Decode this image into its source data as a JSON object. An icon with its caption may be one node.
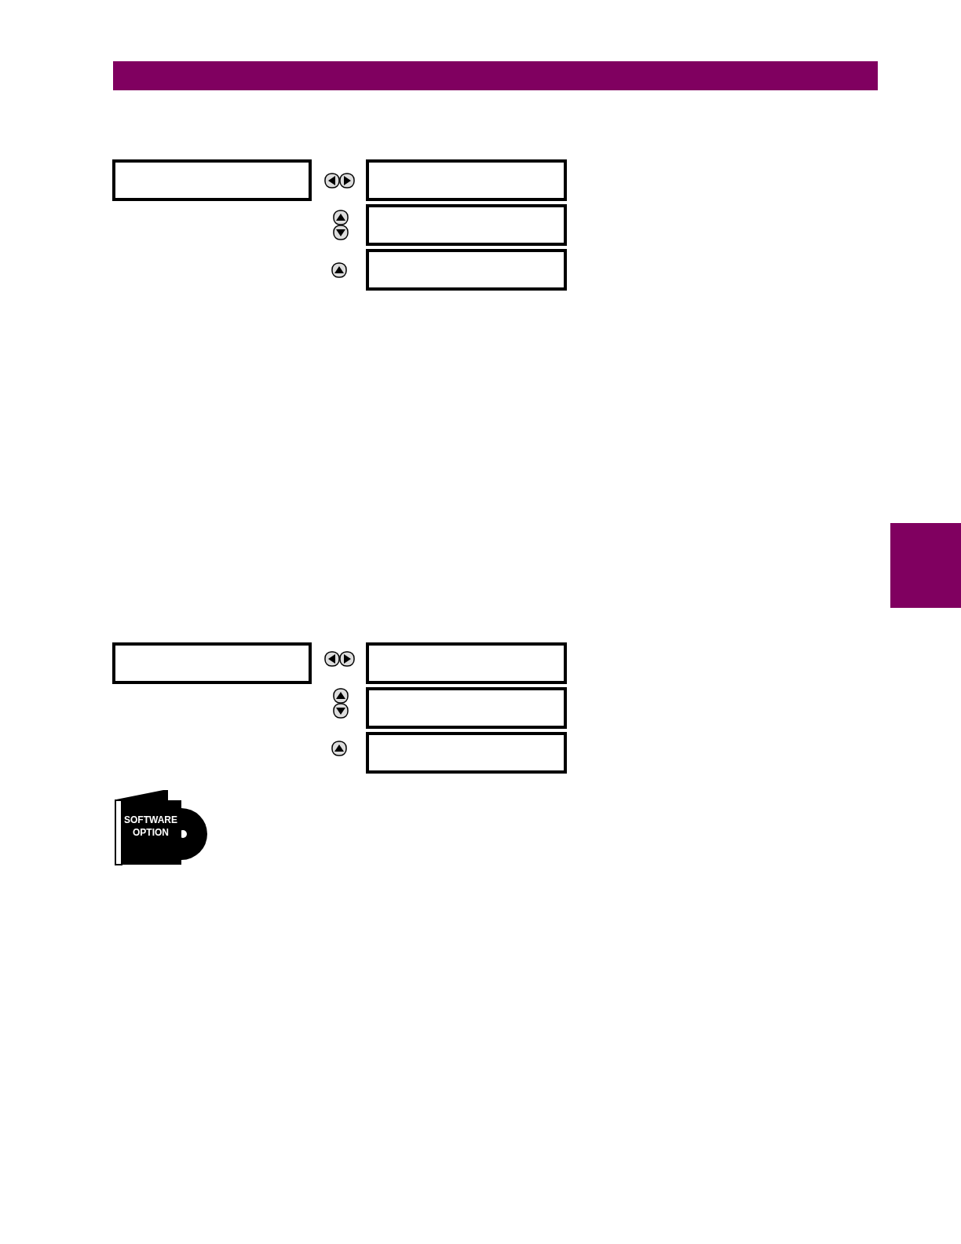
{
  "diagram": {
    "nodes": [
      {
        "text": [],
        "shape": "bar"
      },
      {
        "text": [],
        "shape": "box"
      },
      {
        "text": [],
        "shape": "box"
      },
      {
        "text": [],
        "shape": "box"
      },
      {
        "text": [],
        "shape": "box"
      },
      {
        "text": [],
        "shape": "bar"
      },
      {
        "text": [],
        "shape": "box"
      },
      {
        "text": [],
        "shape": "box"
      },
      {
        "text": [],
        "shape": "box"
      },
      {
        "text": [],
        "shape": "box"
      }
    ],
    "labels": [
      "SOFTWARE OPTION"
    ]
  }
}
